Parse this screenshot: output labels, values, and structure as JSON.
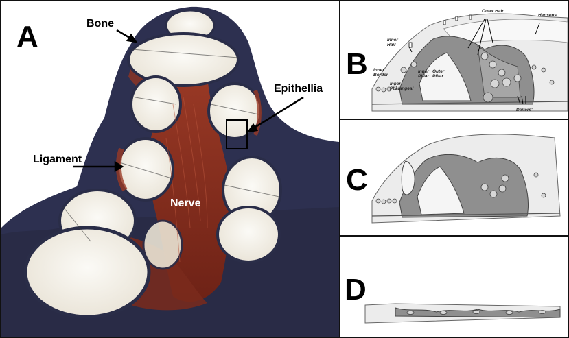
{
  "panels": {
    "a": {
      "letter": "A",
      "labels": {
        "bone": "Bone",
        "epithelia": "Epithellia",
        "ligament": "Ligament",
        "nerve": "Nerve"
      }
    },
    "b": {
      "letter": "B",
      "labels": {
        "outer_hair": "Outer Hair",
        "hensens": "Hensens",
        "inner_hair": "Inner\nHair",
        "inner_border": "Inner\nBorder",
        "inner_pillar": "Inner\nPillar",
        "outer_pillar": "Outer\nPillar",
        "inner_phalangeal": "Inner\nPhalangeal",
        "deiters": "Deiters'"
      }
    },
    "c": {
      "letter": "C"
    },
    "d": {
      "letter": "D"
    }
  },
  "colors": {
    "bone_dark": "#2a2d48",
    "tissue_red": "#8a2d1e",
    "fluid_white": "#f4f1ea",
    "cell_gray": "#8c8c8c",
    "cell_light": "#dedede",
    "outline": "#555555"
  }
}
